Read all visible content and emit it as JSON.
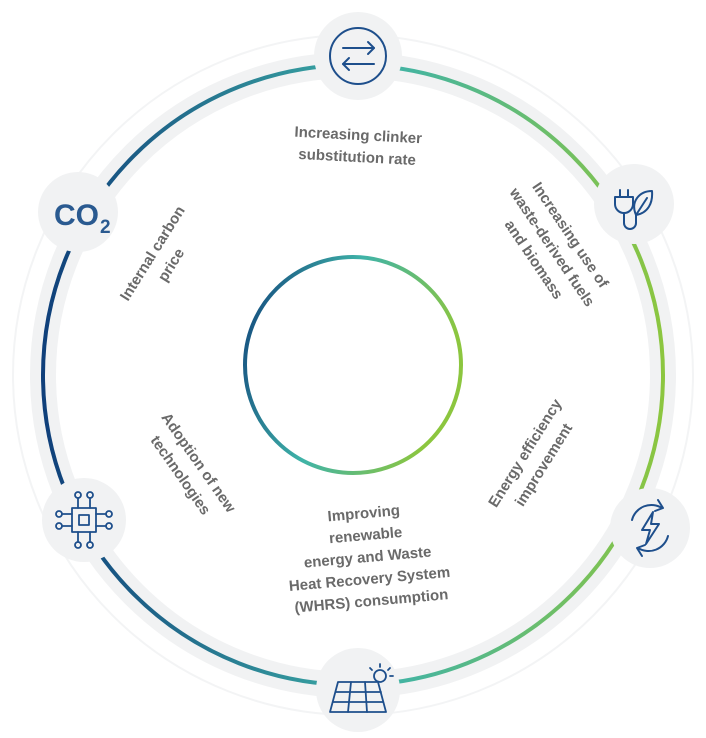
{
  "diagram": {
    "segments": [
      {
        "key": "clinker",
        "lines": [
          "Increasing clinker",
          "substitution rate"
        ]
      },
      {
        "key": "fuels",
        "lines": [
          "Increasing use of",
          "waste-derived fuels",
          "and biomass"
        ]
      },
      {
        "key": "efficiency",
        "lines": [
          "Energy efficiency",
          "improvement"
        ]
      },
      {
        "key": "renewable",
        "lines": [
          "Improving",
          "renewable",
          "energy and Waste",
          "Heat Recovery System",
          "(WHRS) consumption"
        ]
      },
      {
        "key": "technologies",
        "lines": [
          "Adoption of new",
          "technologies"
        ]
      },
      {
        "key": "carbon",
        "lines": [
          "Internal carbon",
          "price"
        ]
      }
    ],
    "co2_icon": {
      "main": "CO",
      "sub": "2"
    },
    "icons": [
      "exchange-arrows-icon",
      "plug-leaf-icon",
      "recycle-energy-icon",
      "solar-panel-icon",
      "circuit-chip-icon",
      "co2-icon"
    ],
    "colors": {
      "dark_blue": "#1e4f8c",
      "teal": "#3fb3a8",
      "green": "#7cc04a",
      "ring_bg": "#f1f3f4",
      "text": "#6a6a6a"
    }
  }
}
